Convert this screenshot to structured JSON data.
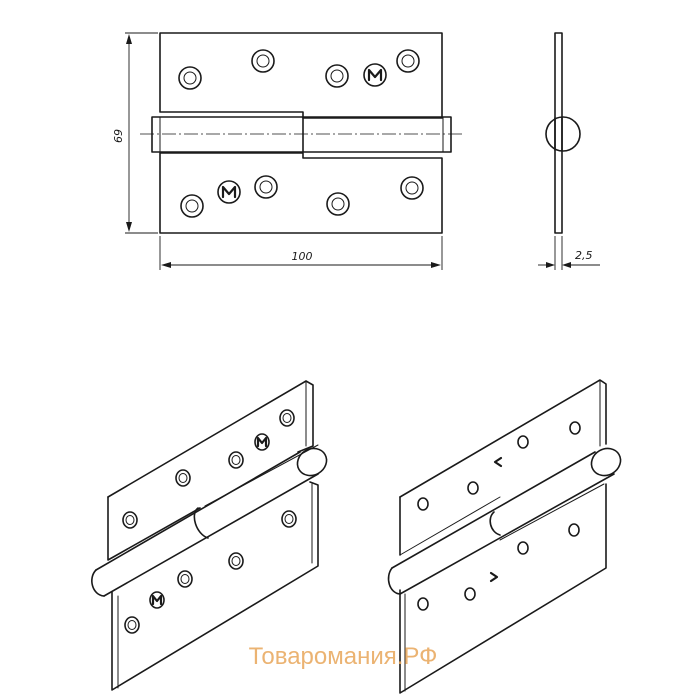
{
  "dimensions": {
    "height": "69",
    "width": "100",
    "thickness": "2,5"
  },
  "watermark": "Товаромания.РФ",
  "colors": {
    "line": "#1a1a1a",
    "watermark": "#e8a65a",
    "background": "#ffffff"
  }
}
